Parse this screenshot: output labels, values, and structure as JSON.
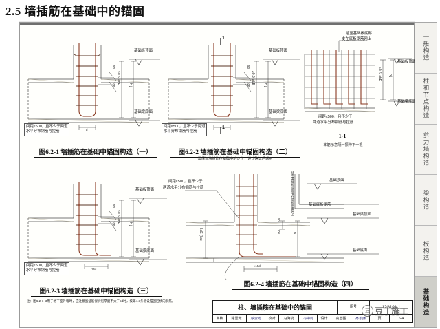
{
  "page": {
    "heading": "2.5  墙插筋在基础中的锚固"
  },
  "tabs": [
    {
      "label": "一般构造",
      "active": false
    },
    {
      "label": "柱和节点构造",
      "active": false
    },
    {
      "label": "剪力墙构造",
      "active": false
    },
    {
      "label": "梁构造",
      "active": false
    },
    {
      "label": "板构造",
      "active": false
    },
    {
      "label": "基础构造",
      "active": true
    }
  ],
  "figures": {
    "fig1": {
      "caption": "图6.2-1  墙插筋在基础中锚固构造（一）",
      "note_box": "间距≤500，且不少于两道\n水平分布钢筋与拉筋",
      "note_line1": "间距≤500，且不少于两道",
      "note_line2": "水平分布钢筋与拉筋",
      "level_top": "基础板顶面",
      "level_bottom": "基础梁底面",
      "dim_vertical": "≥0.6l abE",
      "dim_hj": "h j",
      "dim_50": "50",
      "dim_100": "100",
      "dim_bottom": "d"
    },
    "fig2": {
      "caption": "图6.2-2  墙插筋在基础中锚固构造（二）",
      "subcaption": "需保证墙插筋在基础中的定位，设计确认后采用",
      "note_line1": "间距≤500，且不少于两道",
      "note_line2": "水平分布钢筋与拉筋",
      "level_top": "基础板顶面",
      "level_bottom": "基础梁底面",
      "dim_vertical": "≥0.6l abE",
      "dim_hj": "h j",
      "dim_50": "50",
      "dim_100": "100",
      "section_mark_top": "1",
      "section_mark_bottom": "1"
    },
    "fig3": {
      "caption": "1-1",
      "subcaption": "本筋示意隔一振伸下一根",
      "callout_line1": "插至基础板底部",
      "callout_line2": "支在底板钢筋网上",
      "note_line1": "间距≤500，且不少于",
      "note_line2": "两道水平分布钢筋与拉筋",
      "level_top": "基础板顶面",
      "level_bottom": "基础梁底面",
      "dim_vertical": "≥0.6l abE",
      "dim_hj": "h j"
    },
    "fig4": {
      "caption": "图6.2-3  墙插筋在基础中锚固构造（三）",
      "note_line1": "间距≤500，且不少于两道",
      "note_line2": "水平分布钢筋与拉筋",
      "level_top": "基础板顶面",
      "level_bottom": "基础梁底面",
      "dim_vertical": "≥0.6l abE",
      "dim_hj": "h j",
      "dim_50": "50",
      "dim_100": "100",
      "dim_bottom": "15d"
    },
    "fig5": {
      "caption": "图6.2-4  墙插筋在基础中锚固构造（四）",
      "note_line1": "间距≤500，且不少于",
      "note_line2": "两道水平分布钢筋与拉筋",
      "level_top": "基础顶面",
      "level_mid": "基础底板钢筋",
      "level_mid2": "基础梁顶面",
      "level_bottom": "基础底面",
      "vert_label": "插至基础板底部支在底板钢筋网上",
      "dim_lab": "l aE (l a)",
      "dim_hj": "h j",
      "dim_50": "50",
      "dim_100": "100",
      "dim_bottom": "≥15d"
    }
  },
  "note": "注：图6.2-1~3用于地下室外墙时，应注意当插筋保护层厚度不大于5d时，按第4.3条增设锚固区横向钢筋。",
  "titleblock": {
    "title": "柱、墙插筋在基础中的锚固",
    "code_label": "图号",
    "code_value": "12G101-1",
    "signatures": [
      {
        "role": "审核",
        "name": "陈雪光",
        "sig": "陈雪光"
      },
      {
        "role": "校对",
        "name": "冯海鸽",
        "sig": "冯海鸽"
      },
      {
        "role": "设计",
        "name": "高志强",
        "sig": "高志强"
      }
    ],
    "page_label": "页",
    "page_value": "6-4"
  },
  "watermark": {
    "mark": "豆",
    "text": "豆丁施工"
  },
  "colors": {
    "rebar": "#8a3a22",
    "line": "#3a3a3a",
    "paper": "#fffffc",
    "tab_active": "#cfcfc9"
  }
}
